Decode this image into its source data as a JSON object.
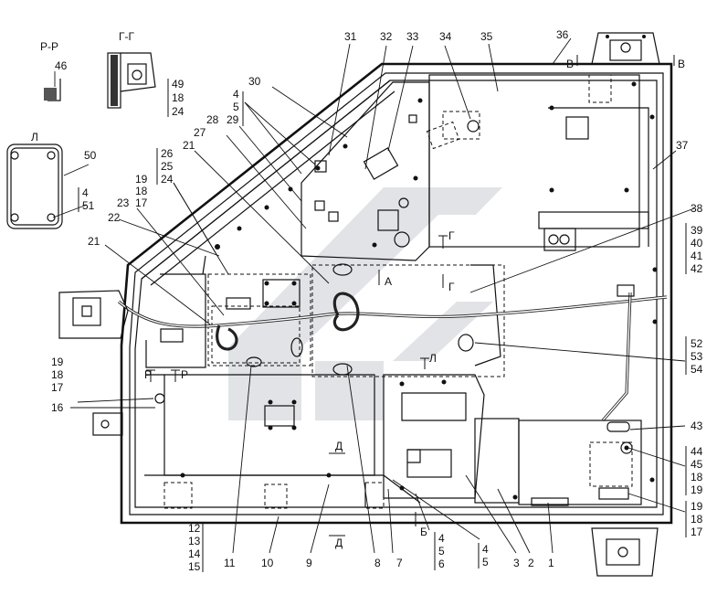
{
  "views": {
    "pp": "Р-Р",
    "gg": "Г-Г",
    "l": "Л",
    "section_p": "Р",
    "section_g": "Г",
    "section_d": "Д",
    "section_l": "Л",
    "section_v": "В",
    "section_b": "Б",
    "arrow_a": "А"
  },
  "callouts": {
    "n1": "1",
    "n2": "2",
    "n3": "3",
    "n4": "4",
    "n4b": "4",
    "n4c": "4",
    "n4d": "4",
    "n5": "5",
    "n5b": "5",
    "n5c": "5",
    "n6": "6",
    "n7": "7",
    "n8": "8",
    "n9": "9",
    "n10": "10",
    "n11": "11",
    "n12": "12",
    "n13": "13",
    "n14": "14",
    "n15": "15",
    "n16": "16",
    "n17": "17",
    "n17b": "17",
    "n17c": "17",
    "n18": "18",
    "n18b": "18",
    "n18c": "18",
    "n18d": "18",
    "n18e": "18",
    "n19": "19",
    "n19b": "19",
    "n19c": "19",
    "n19d": "19",
    "n21": "21",
    "n21b": "21",
    "n22": "22",
    "n23": "23",
    "n24": "24",
    "n24b": "24",
    "n25": "25",
    "n26": "26",
    "n27": "27",
    "n28": "28",
    "n29": "29",
    "n30": "30",
    "n31": "31",
    "n32": "32",
    "n33": "33",
    "n34": "34",
    "n35": "35",
    "n36": "36",
    "n37": "37",
    "n38": "38",
    "n39": "39",
    "n40": "40",
    "n41": "41",
    "n42": "42",
    "n43": "43",
    "n44": "44",
    "n45": "45",
    "n46": "46",
    "n49": "49",
    "n50": "50",
    "n51": "51",
    "n52": "52",
    "n53": "53",
    "n54": "54"
  },
  "colors": {
    "ink": "#111111",
    "watermark": "#c9cdd3",
    "paper": "#ffffff"
  }
}
